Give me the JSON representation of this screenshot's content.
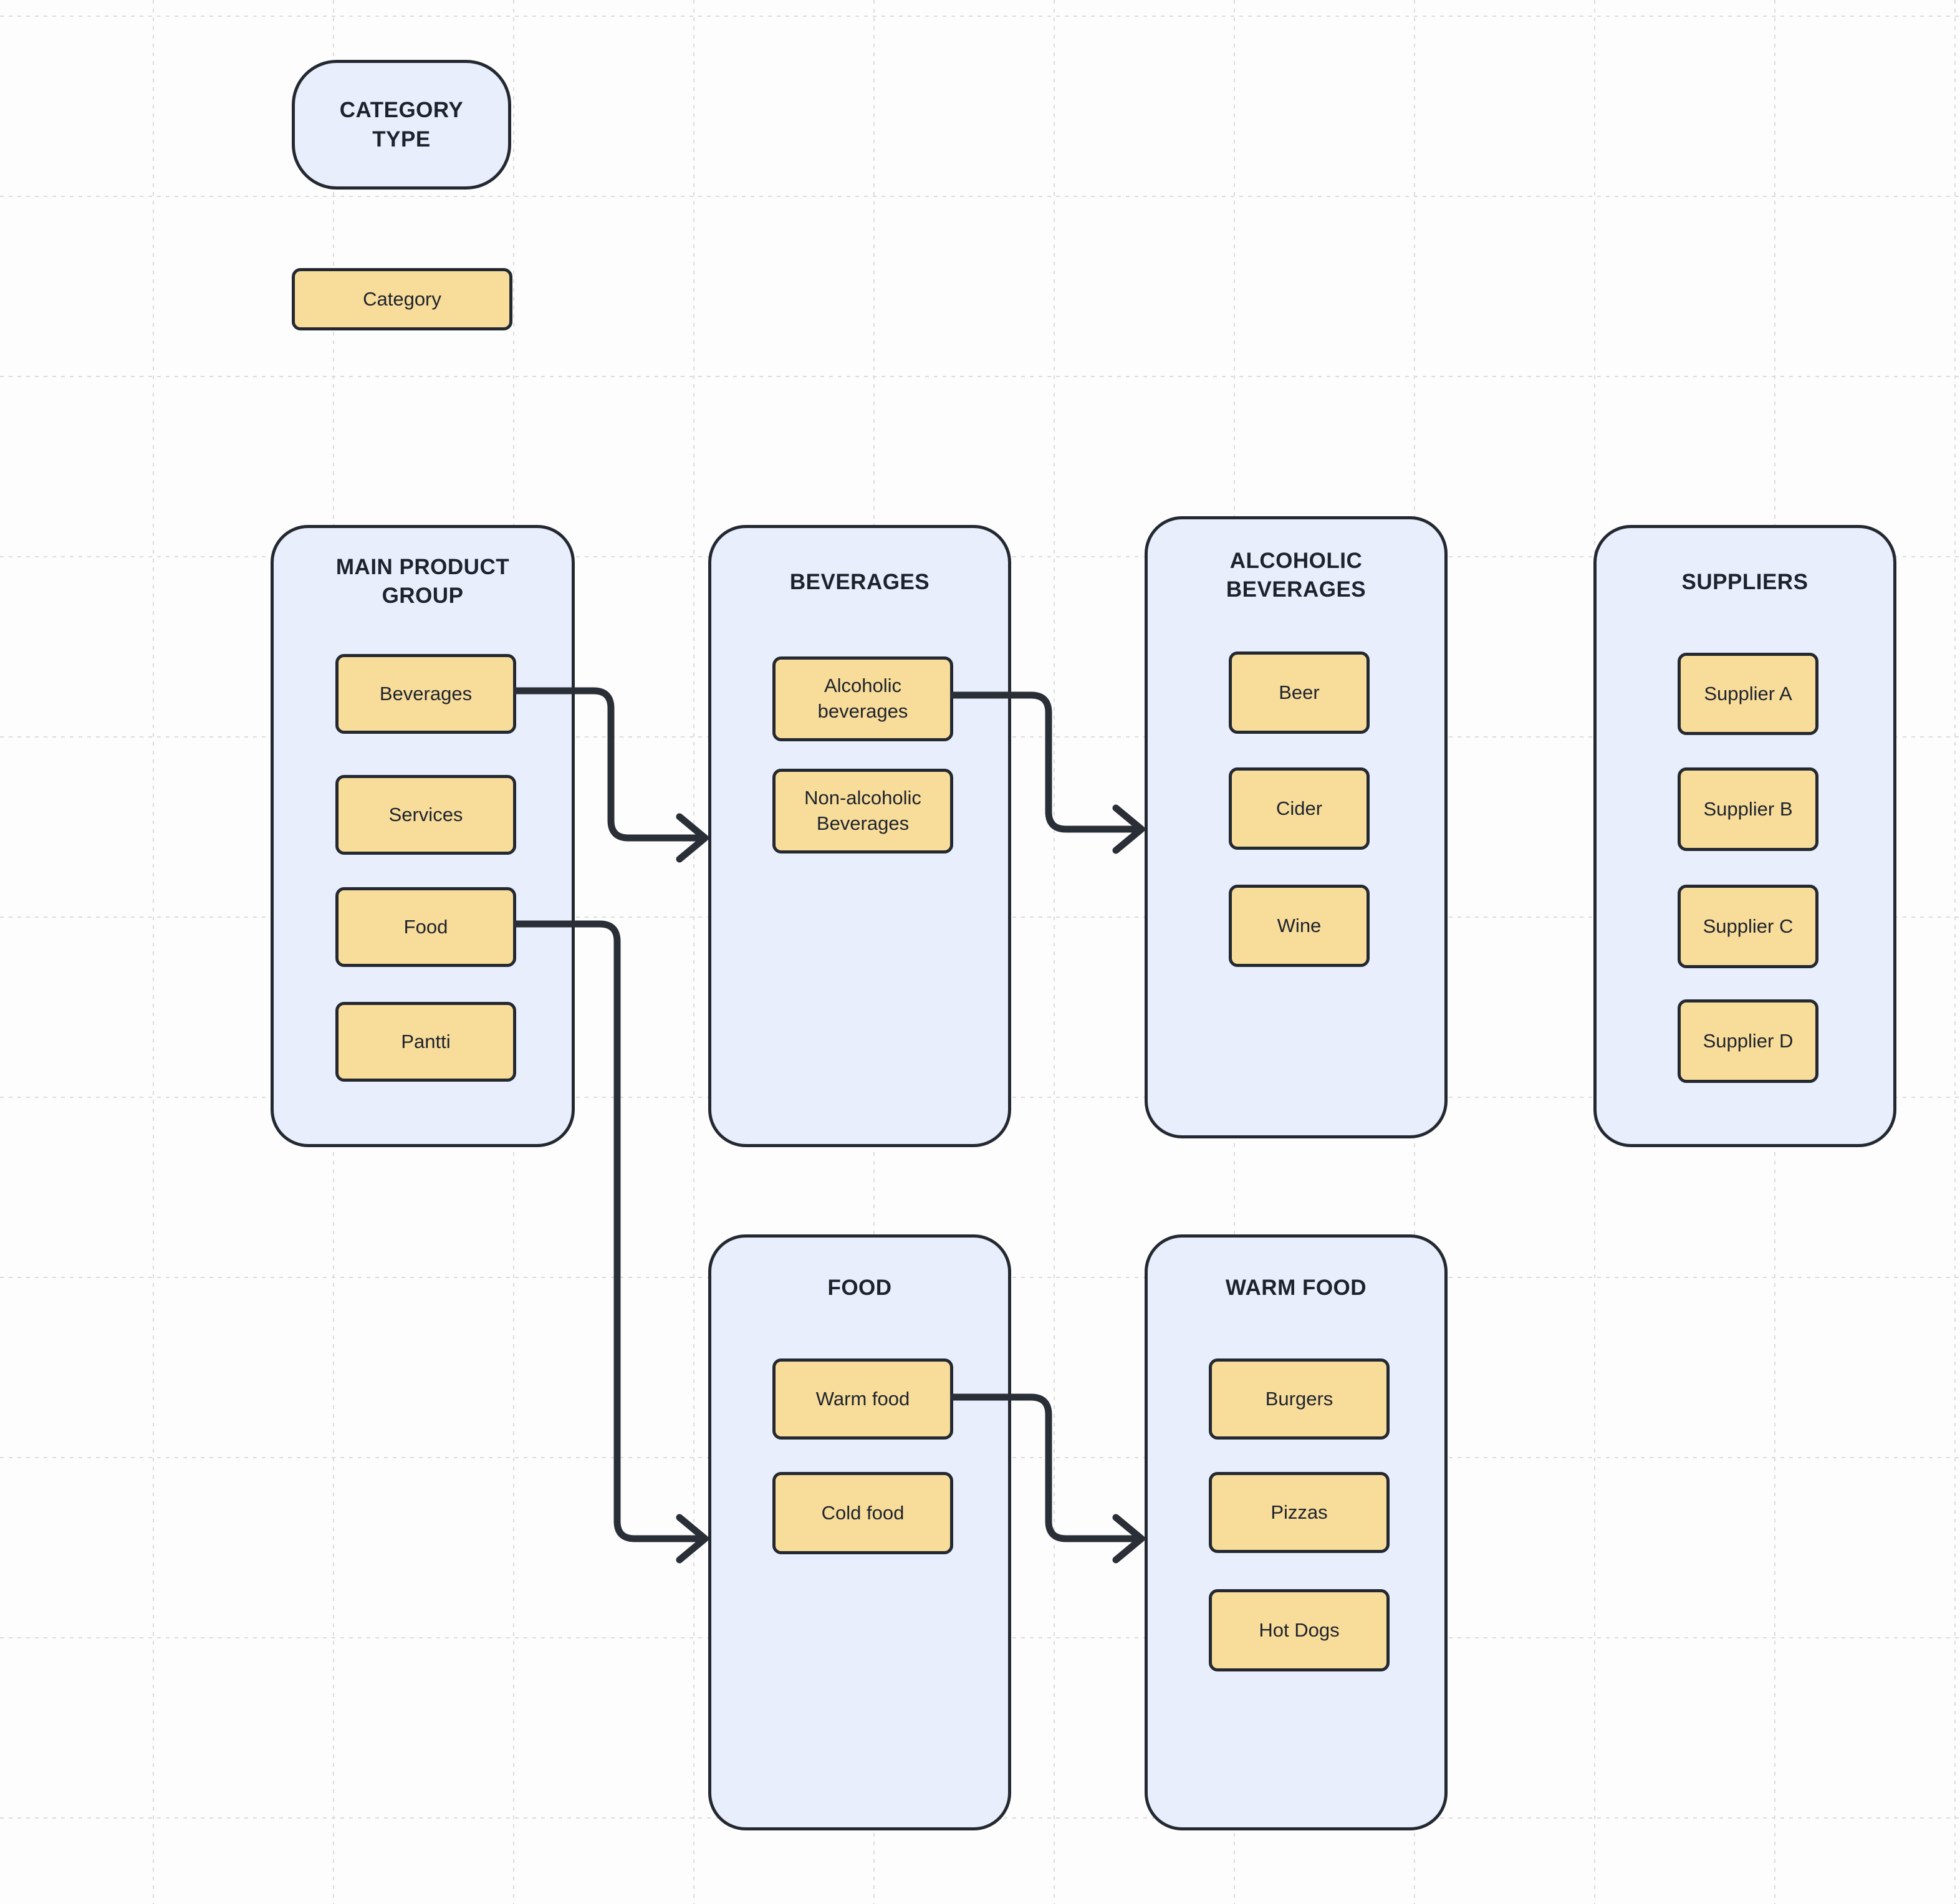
{
  "colors": {
    "background": "#fdfdfd",
    "grid_line": "#dcdcdc",
    "container_fill": "#e8eefc",
    "node_fill": "#f8dc9a",
    "stroke_dark": "#242931",
    "connector": "#2a2f37",
    "text": "#1d232c"
  },
  "legend": {
    "type_shape_label": "CATEGORY TYPE",
    "category_shape_label": "Category"
  },
  "containers": [
    {
      "title": "MAIN PRODUCT GROUP",
      "items": [
        "Beverages",
        "Services",
        "Food",
        "Pantti"
      ]
    },
    {
      "title": "BEVERAGES",
      "items": [
        "Alcoholic beverages",
        "Non-alcoholic Beverages"
      ]
    },
    {
      "title": "ALCOHOLIC BEVERAGES",
      "items": [
        "Beer",
        "Cider",
        "Wine"
      ]
    },
    {
      "title": "SUPPLIERS",
      "items": [
        "Supplier A",
        "Supplier B",
        "Supplier C",
        "Supplier D"
      ]
    },
    {
      "title": "FOOD",
      "items": [
        "Warm food",
        "Cold food"
      ]
    },
    {
      "title": "WARM FOOD",
      "items": [
        "Burgers",
        "Pizzas",
        "Hot Dogs"
      ]
    }
  ],
  "connections": [
    {
      "from": "Beverages",
      "to": "BEVERAGES"
    },
    {
      "from": "Alcoholic beverages",
      "to": "ALCOHOLIC BEVERAGES"
    },
    {
      "from": "Food",
      "to": "FOOD"
    },
    {
      "from": "Warm food",
      "to": "WARM FOOD"
    }
  ]
}
